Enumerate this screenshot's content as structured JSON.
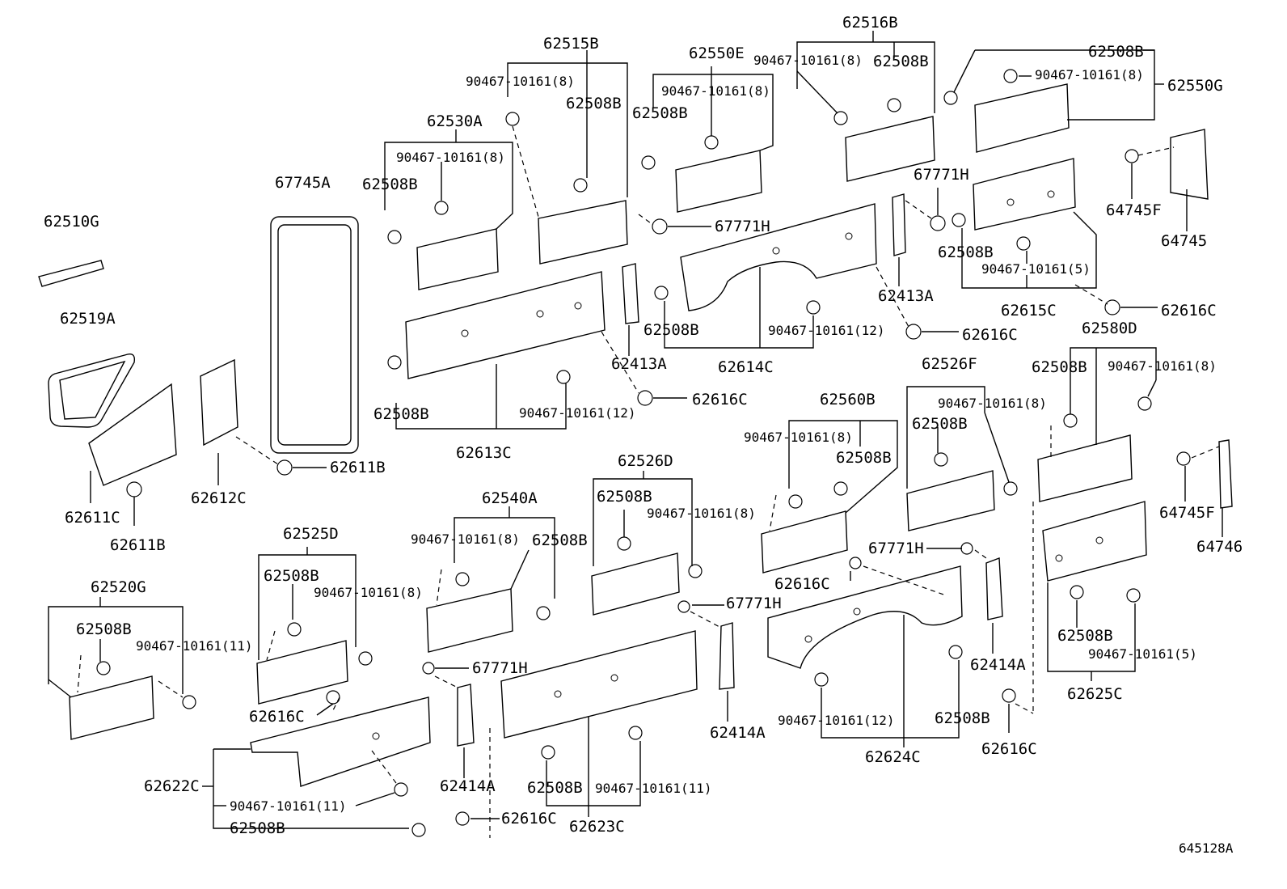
{
  "diagram_id": "645128A",
  "labels": {
    "l62516B": "62516B",
    "l62515B": "62515B",
    "l62550E": "62550E",
    "l62508B_a": "62508B",
    "l62550G": "62550G",
    "l90467_a": "90467-10161(8)",
    "l62508B_b": "62508B",
    "l90467_b": "90467-10161(8)",
    "l90467_c": "90467-10161(8)",
    "l62508B_c": "62508B",
    "l62530A": "62530A",
    "l62508B_d": "62508B",
    "l90467_d": "90467-10161(8)",
    "l64745F_a": "64745F",
    "l64745": "64745",
    "l67745A": "67745A",
    "l62508B_e": "62508B",
    "l67771H_a": "67771H",
    "l67771H_b": "67771H",
    "l62510G": "62510G",
    "l62508B_f": "62508B",
    "l90467_e": "90467-10161(5)",
    "l62413A_a": "62413A",
    "l62615C": "62615C",
    "l62616C_a": "62616C",
    "l62519A": "62519A",
    "l62508B_g": "62508B",
    "l90467_f": "90467-10161(12)",
    "l62616C_b": "62616C",
    "l62413A_b": "62413A",
    "l62614C": "62614C",
    "l62580D": "62580D",
    "l62508B_h": "62508B",
    "l90467_g": "90467-10161(8)",
    "l62526F": "62526F",
    "l62616C_c": "62616C",
    "l62560B": "62560B",
    "l90467_h": "90467-10161(8)",
    "l62508B_i": "62508B",
    "l90467_i": "90467-10161(12)",
    "l62613C": "62613C",
    "l90467_j": "90467-10161(8)",
    "l62508B_j": "62508B",
    "l62526D": "62526D",
    "l62508B_k": "62508B",
    "l90467_k": "90467-10161(8)",
    "l62540A": "62540A",
    "l90467_l": "90467-10161(8)",
    "l62508B_l": "62508B",
    "l62611B_a": "62611B",
    "l62612C": "62612C",
    "l62611C": "62611C",
    "l62611B_b": "62611B",
    "l62525D": "62525D",
    "l62508B_m": "62508B",
    "l90467_m": "90467-10161(8)",
    "l64745F_b": "64745F",
    "l64746": "64746",
    "l77771H_c": "67771H",
    "l62616C_d": "62616C",
    "l67771H_d": "67771H",
    "l62520G": "62520G",
    "l62508B_n": "62508B",
    "l90467_n": "90467-10161(8)",
    "l62616C_e": "62616C",
    "l67771H_e": "67771H",
    "l62414A_a": "62414A",
    "l62414A_b": "62414A",
    "l62508B_o": "62508B",
    "l90467_o": "90467-10161(5)",
    "l62625C": "62625C",
    "l62414A_c": "62414A",
    "l90467_p": "90467-10161(12)",
    "l62508B_p": "62508B",
    "l62624C": "62624C",
    "l62616C_f": "62616C",
    "l62622C": "62622C",
    "l90467_q": "90467-10161(11)",
    "l62508B_q": "62508B",
    "l62508B_r": "62508B",
    "l90467_r": "90467-10161(11)",
    "l62616C_g": "62616C",
    "l62623C": "62623C",
    "l62508B_s": "62508B"
  }
}
